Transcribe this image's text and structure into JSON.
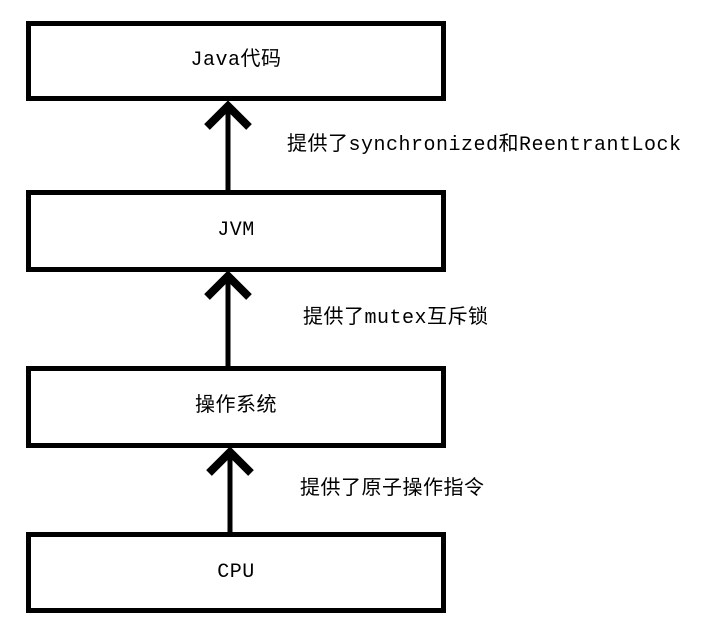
{
  "diagram": {
    "boxes": [
      {
        "id": "java-code",
        "label": "Java代码"
      },
      {
        "id": "jvm",
        "label": "JVM"
      },
      {
        "id": "os",
        "label": "操作系统"
      },
      {
        "id": "cpu",
        "label": "CPU"
      }
    ],
    "arrows": [
      {
        "from": "jvm",
        "to": "java-code",
        "label": "提供了synchronized和ReentrantLock"
      },
      {
        "from": "os",
        "to": "jvm",
        "label": "提供了mutex互斥锁"
      },
      {
        "from": "cpu",
        "to": "os",
        "label": "提供了原子操作指令"
      }
    ],
    "colors": {
      "stroke": "#000000",
      "background": "#ffffff"
    }
  }
}
